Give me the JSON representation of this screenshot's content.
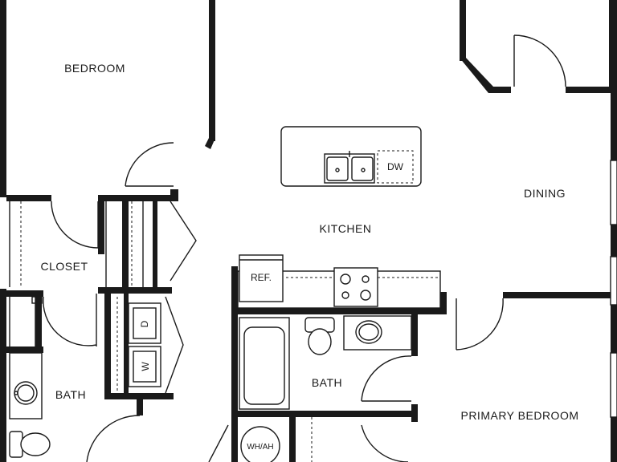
{
  "rooms": {
    "bedroom": "BEDROOM",
    "closet": "CLOSET",
    "bath_left": "BATH",
    "kitchen": "KITCHEN",
    "dining": "DINING",
    "bath_center": "BATH",
    "primary_bedroom": "PRIMARY BEDROOM"
  },
  "fixtures": {
    "dishwasher": "DW",
    "refrigerator": "REF.",
    "dryer": "D",
    "washer": "W",
    "water_heater": "WH/AH"
  },
  "colors": {
    "wall": "#1a1a1a",
    "background": "#ffffff"
  }
}
